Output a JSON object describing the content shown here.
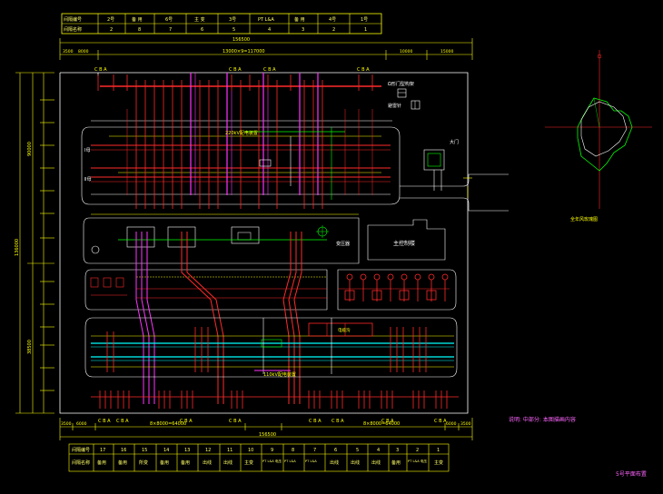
{
  "top_table": {
    "row1": [
      "间隔编号",
      "2号",
      "备 用",
      "6号",
      "主 变",
      "3号",
      "PT L&A",
      "备 用",
      "4号",
      "1号"
    ],
    "row2": [
      "间隔名称",
      "2",
      "8",
      "7",
      "6",
      "5",
      "4",
      "3",
      "2",
      "1"
    ]
  },
  "dims": {
    "overall_width": "156500",
    "span_main": "13000×9=117000",
    "span_right1": "10000",
    "span_right2": "15000",
    "left_a": "3500",
    "left_b": "8000",
    "overall_height": "136000",
    "left_block_a": "90000",
    "left_block_b": "38500",
    "bottom_total": "156500",
    "bottom_left_a": "3500",
    "bottom_left_b": "6000",
    "bottom_span_left": "8×8000=64000",
    "bottom_span_right": "8×8000=64000",
    "bottom_right_a": "6000",
    "bottom_right_b": "3500"
  },
  "labels": {
    "bus_220": "220kV配电装置",
    "bus_1": "Ⅰ母",
    "bus_2": "Ⅱ母",
    "bus_110": "110kV配电装置",
    "main_control": "主控制楼",
    "transformer_label": "变压器",
    "gate": "大门",
    "legend_top_a": "Ω形门型构架",
    "legend_top_b": "避雷针",
    "cable_label": "电缆沟",
    "phases": "C B A",
    "rose_caption": "全年风玫瑰图",
    "note": "说明: 中部分: 本图描画内容",
    "sheet_title": "5号平面布置"
  },
  "bottom_table": {
    "row1": [
      "间隔编号",
      "17",
      "16",
      "15",
      "14",
      "13",
      "12",
      "11",
      "10",
      "9",
      "8",
      "7",
      "6",
      "5",
      "4",
      "3",
      "2",
      "1"
    ],
    "row2": [
      "间隔名称",
      "备用",
      "备用",
      "所变",
      "备用",
      "备用",
      "出线",
      "出线",
      "主变",
      "PT L&A 电压",
      "PT L&A",
      "PT L&A",
      "出线",
      "出线",
      "出线",
      "备用",
      "PT L&A 电压",
      "主变"
    ]
  }
}
